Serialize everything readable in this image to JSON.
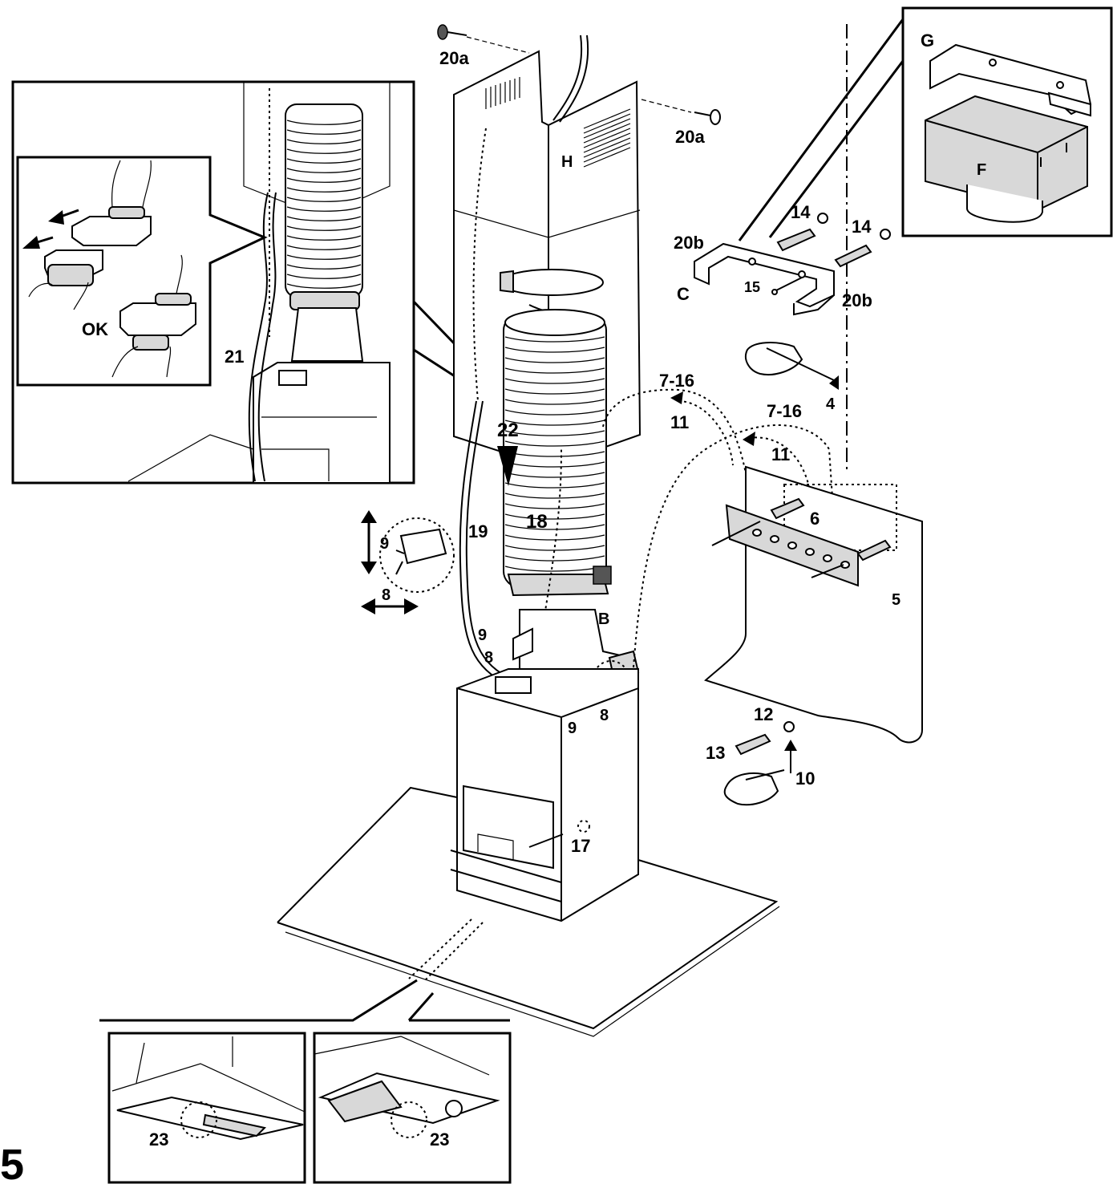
{
  "figure": {
    "number": "5",
    "labels": {
      "l20a_top": "20a",
      "l20a_right": "20a",
      "G": "G",
      "F": "F",
      "H": "H",
      "l14_a": "14",
      "l14_b": "14",
      "l20b_left": "20b",
      "l20b_right": "20b",
      "C": "C",
      "l15": "15",
      "l4": "4",
      "l7_16_a": "7-16",
      "l11_a": "11",
      "l7_16_b": "7-16",
      "l11_b": "11",
      "l6": "6",
      "l5": "5",
      "l22": "22",
      "l18": "18",
      "l19": "19",
      "l9_inset": "9",
      "l8_inset": "8",
      "B": "B",
      "l9_body": "9",
      "l8_body": "8",
      "l8_right": "8",
      "l9_right": "9",
      "l12": "12",
      "l13": "13",
      "l10": "10",
      "l17": "17",
      "l21": "21",
      "OK": "OK",
      "l23_left": "23",
      "l23_right": "23"
    }
  },
  "colors": {
    "line": "#000000",
    "background": "#ffffff",
    "shade": "#d8d8d8"
  },
  "icons": [
    "screw-icon",
    "wall-plug-icon",
    "hand-with-pencil-icon",
    "arrow-icon",
    "hose-clamp-icon"
  ]
}
